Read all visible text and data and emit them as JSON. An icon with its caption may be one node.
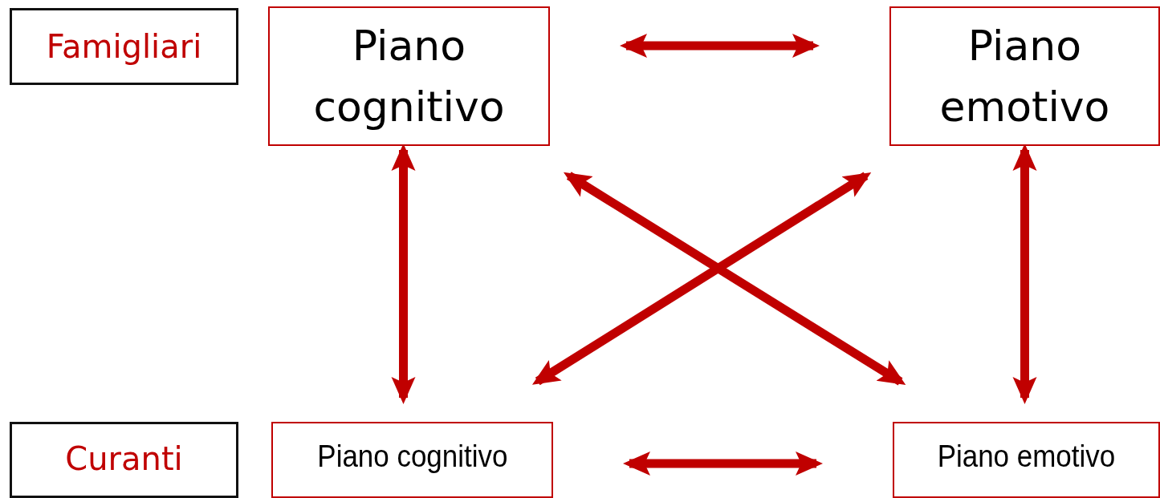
{
  "diagram": {
    "nodes": [
      {
        "text": [
          "Famigliari"
        ]
      },
      {
        "text": [
          "Piano cognitivo"
        ]
      },
      {
        "text": [
          "Piano emotivo"
        ]
      },
      {
        "text": [
          "Curanti"
        ]
      },
      {
        "text": [
          "Piano cognitivo"
        ]
      },
      {
        "text": [
          "Piano emotivo"
        ]
      }
    ],
    "edges": [
      {
        "from": 1,
        "to": 2,
        "arrow": "both"
      },
      {
        "from": 1,
        "to": 4,
        "arrow": "both"
      },
      {
        "from": 1,
        "to": 5,
        "arrow": "both"
      },
      {
        "from": 2,
        "to": 4,
        "arrow": "both"
      },
      {
        "from": 2,
        "to": 5,
        "arrow": "both"
      },
      {
        "from": 4,
        "to": 5,
        "arrow": "both"
      }
    ]
  }
}
